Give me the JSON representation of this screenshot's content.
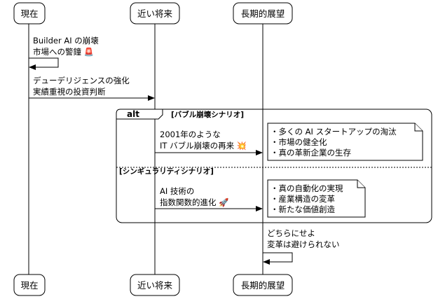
{
  "participants": [
    {
      "id": "current",
      "label": "現在"
    },
    {
      "id": "near",
      "label": "近い将来"
    },
    {
      "id": "long",
      "label": "長期的展望"
    }
  ],
  "messages": [
    {
      "id": "m1",
      "lines": [
        "Builder AI の崩壊",
        "市場への警鐘 🚨"
      ]
    },
    {
      "id": "m2",
      "lines": [
        "デューデリジェンスの強化",
        "実績重視の投資判断"
      ]
    },
    {
      "id": "m3",
      "lines": [
        "2001年のような",
        "IT バブル崩壊の再来 💥"
      ]
    },
    {
      "id": "m4",
      "lines": [
        "AI 技術の",
        "指数関数的進化 🚀"
      ]
    },
    {
      "id": "m5",
      "lines": [
        "どちらにせよ",
        "変革は避けられない"
      ]
    }
  ],
  "alt": {
    "keyword": "alt",
    "guard1": "[バブル崩壊シナリオ]",
    "guard2": "[シンギュラリティシナリオ]"
  },
  "notes": [
    {
      "id": "n1",
      "lines": [
        "・多くの AI スタートアップの淘汰",
        "・市場の健全化",
        "・真の革新企業の生存"
      ]
    },
    {
      "id": "n2",
      "lines": [
        "・真の自動化の実現",
        "・産業構造の変革",
        "・新たな価値創造"
      ]
    }
  ]
}
